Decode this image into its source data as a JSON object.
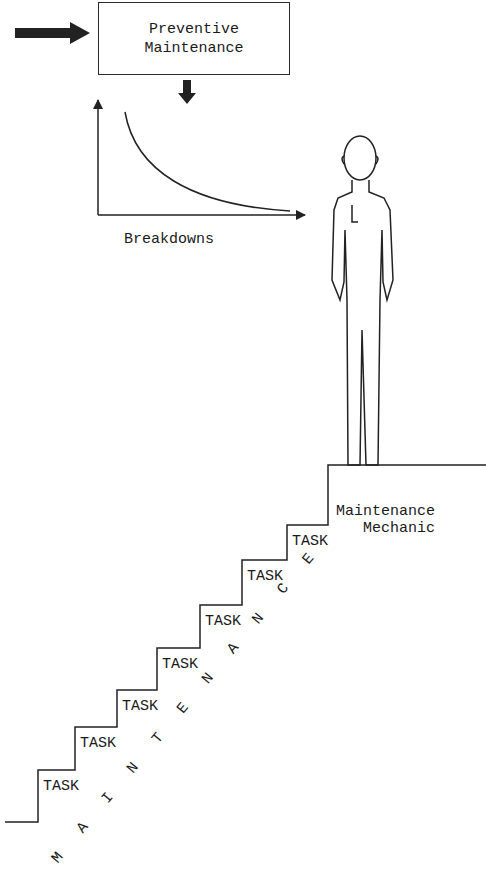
{
  "diagram": {
    "nodes": [
      {
        "text": [
          "Preventive Maintenance"
        ]
      }
    ],
    "labels": [
      "Breakdowns",
      "Maintenance Mechanic",
      "TASK",
      "TASK",
      "TASK",
      "TASK",
      "TASK",
      "TASK",
      "TASK",
      "MAINTENANCE"
    ]
  }
}
